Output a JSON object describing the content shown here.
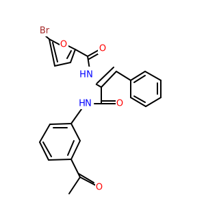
{
  "molecule": {
    "atoms": {
      "br": {
        "symbol": "Br",
        "color": "#a52a2a"
      },
      "o_furan": {
        "symbol": "O",
        "color": "#ff0000"
      },
      "o_amide1": {
        "symbol": "O",
        "color": "#ff0000"
      },
      "n_amide1": {
        "symbol": "N",
        "color": "#0000ff"
      },
      "h_amide1": {
        "symbol": "H",
        "color": "#0000ff"
      },
      "o_amide2": {
        "symbol": "O",
        "color": "#ff0000"
      },
      "n_amide2": {
        "symbol": "N",
        "color": "#0000ff"
      },
      "h_amide2": {
        "symbol": "H",
        "color": "#0000ff"
      },
      "o_acetyl": {
        "symbol": "O",
        "color": "#ff0000"
      }
    },
    "colors": {
      "bond": "#000000",
      "background": "#ffffff"
    }
  }
}
